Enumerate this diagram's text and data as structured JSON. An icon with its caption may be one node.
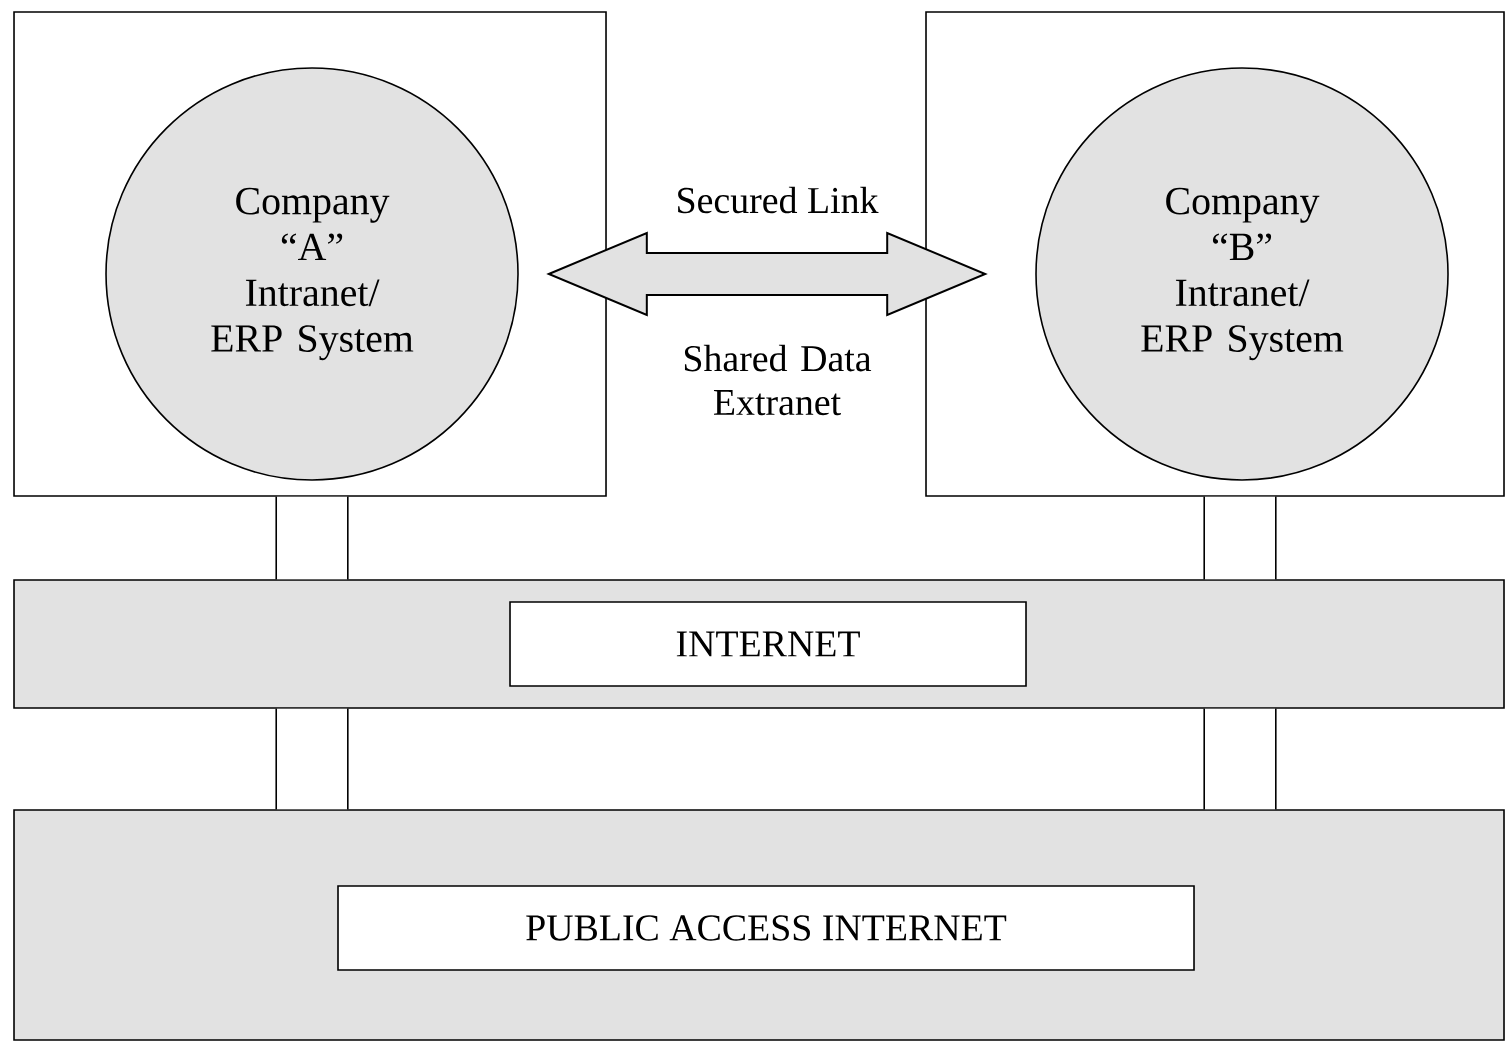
{
  "diagram": {
    "nodes": [
      {
        "text": [],
        "shape": "box"
      },
      {
        "text": [
          "Company “A” Intranet/ ERP System"
        ],
        "in": 0
      },
      {
        "text": [],
        "shape": "box"
      },
      {
        "text": [
          "Company “B” Intranet/ ERP System"
        ],
        "in": 2
      },
      {
        "text": [],
        "shape": "bar"
      },
      {
        "text": [
          "INTERNET"
        ],
        "in": 4
      },
      {
        "text": [],
        "shape": "bar"
      },
      {
        "text": [
          "PUBLIC ACCESS INTERNET"
        ],
        "in": 6
      }
    ],
    "edges": [
      {
        "from": 1,
        "to": 3,
        "arrow": "both",
        "label": "Secured Link",
        "style": "thick"
      },
      {
        "from": 0,
        "to": 4,
        "arrow": "none"
      },
      {
        "from": 2,
        "to": 4,
        "arrow": "none"
      },
      {
        "from": 4,
        "to": 6,
        "arrow": "none"
      },
      {
        "from": 4,
        "to": 6,
        "arrow": "none"
      }
    ],
    "labels": [
      "Shared Data Extranet"
    ]
  }
}
